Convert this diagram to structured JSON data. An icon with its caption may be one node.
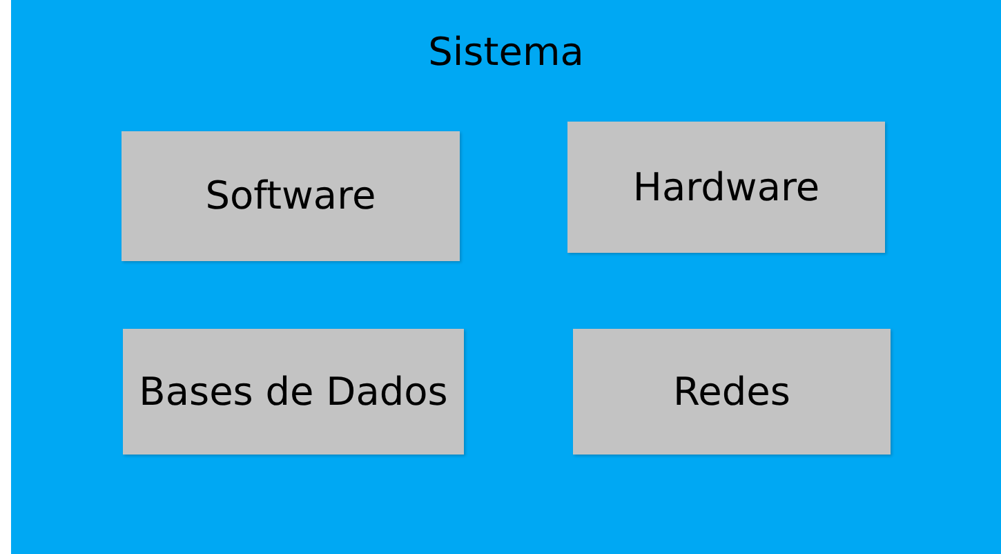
{
  "diagram": {
    "nodes": [
      {
        "text": [
          "Sistema"
        ]
      },
      {
        "text": [
          "Software"
        ],
        "in": 0
      },
      {
        "text": [
          "Hardware"
        ],
        "in": 0
      },
      {
        "text": [
          "Bases de Dados"
        ],
        "in": 0
      },
      {
        "text": [
          "Redes"
        ],
        "in": 0
      }
    ]
  }
}
